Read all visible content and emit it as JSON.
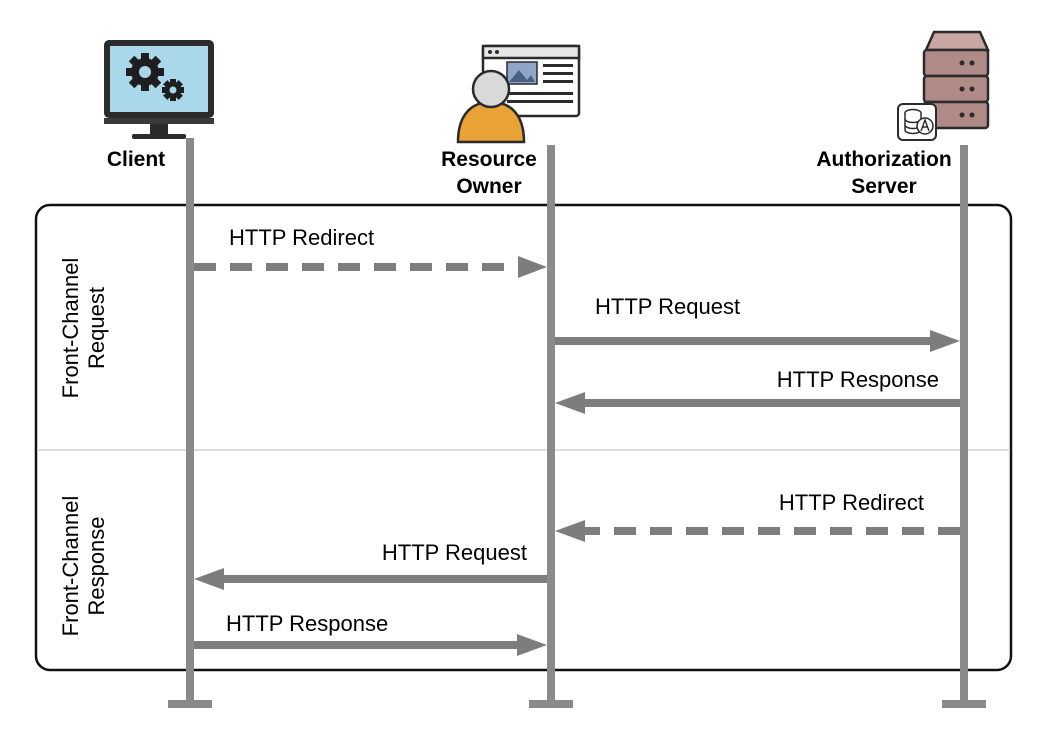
{
  "actors": {
    "client": {
      "label": "Client"
    },
    "resource_owner": {
      "label_line1": "Resource",
      "label_line2": "Owner"
    },
    "authorization_server": {
      "label_line1": "Authorization",
      "label_line2": "Server"
    }
  },
  "phases": {
    "request": {
      "line1": "Front-Channel",
      "line2": "Request"
    },
    "response": {
      "line1": "Front-Channel",
      "line2": "Response"
    }
  },
  "messages": [
    {
      "from": "client",
      "to": "resource_owner",
      "label": "HTTP Redirect",
      "style": "dashed"
    },
    {
      "from": "resource_owner",
      "to": "authorization_server",
      "label": "HTTP Request",
      "style": "solid"
    },
    {
      "from": "authorization_server",
      "to": "resource_owner",
      "label": "HTTP Response",
      "style": "solid"
    },
    {
      "from": "authorization_server",
      "to": "resource_owner",
      "label": "HTTP Redirect",
      "style": "dashed"
    },
    {
      "from": "resource_owner",
      "to": "client",
      "label": "HTTP Request",
      "style": "solid"
    },
    {
      "from": "client",
      "to": "resource_owner",
      "label": "HTTP Response",
      "style": "solid"
    }
  ],
  "icons": {
    "client": "monitor-gears-icon",
    "resource_owner": "user-browser-icon",
    "authorization_server": "server-stack-icon"
  },
  "colors": {
    "lifeline": "#8a8a8a",
    "arrow": "#7d7d7d",
    "frame": "#111111",
    "divider": "#dcdcdc",
    "screen": "#a9d8ea",
    "person": "#e9a235",
    "server": "#b08a86"
  }
}
